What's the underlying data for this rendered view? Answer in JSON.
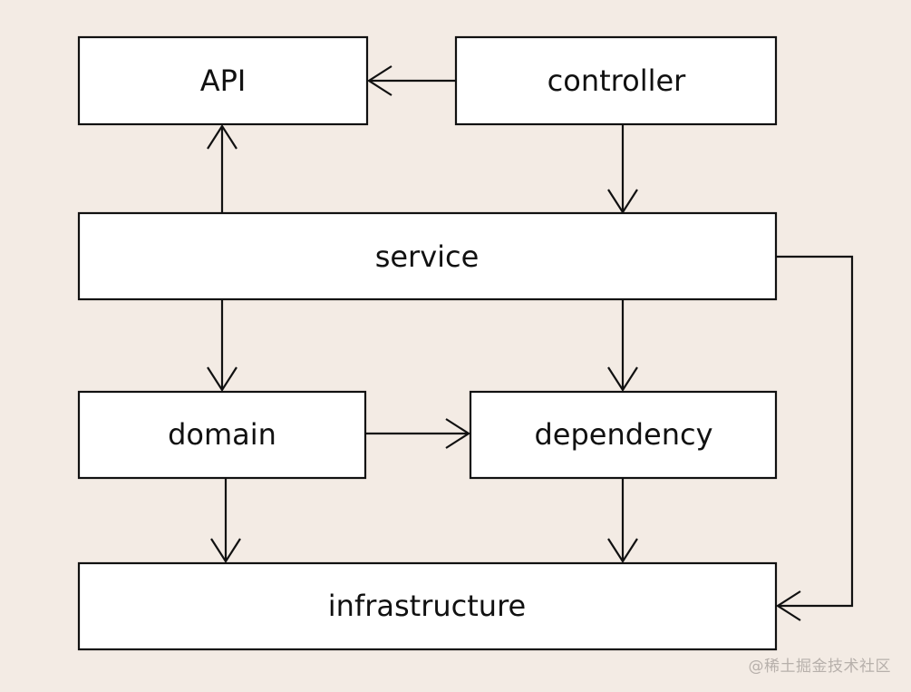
{
  "diagram": {
    "nodes": {
      "api": "API",
      "controller": "controller",
      "service": "service",
      "domain": "domain",
      "dependency": "dependency",
      "infrastructure": "infrastructure"
    },
    "edges": [
      {
        "from": "controller",
        "to": "api"
      },
      {
        "from": "service",
        "to": "api"
      },
      {
        "from": "controller",
        "to": "service"
      },
      {
        "from": "service",
        "to": "domain"
      },
      {
        "from": "service",
        "to": "dependency"
      },
      {
        "from": "service",
        "to": "infrastructure"
      },
      {
        "from": "domain",
        "to": "dependency"
      },
      {
        "from": "domain",
        "to": "infrastructure"
      },
      {
        "from": "dependency",
        "to": "infrastructure"
      }
    ]
  },
  "watermark": "@稀土掘金技术社区"
}
